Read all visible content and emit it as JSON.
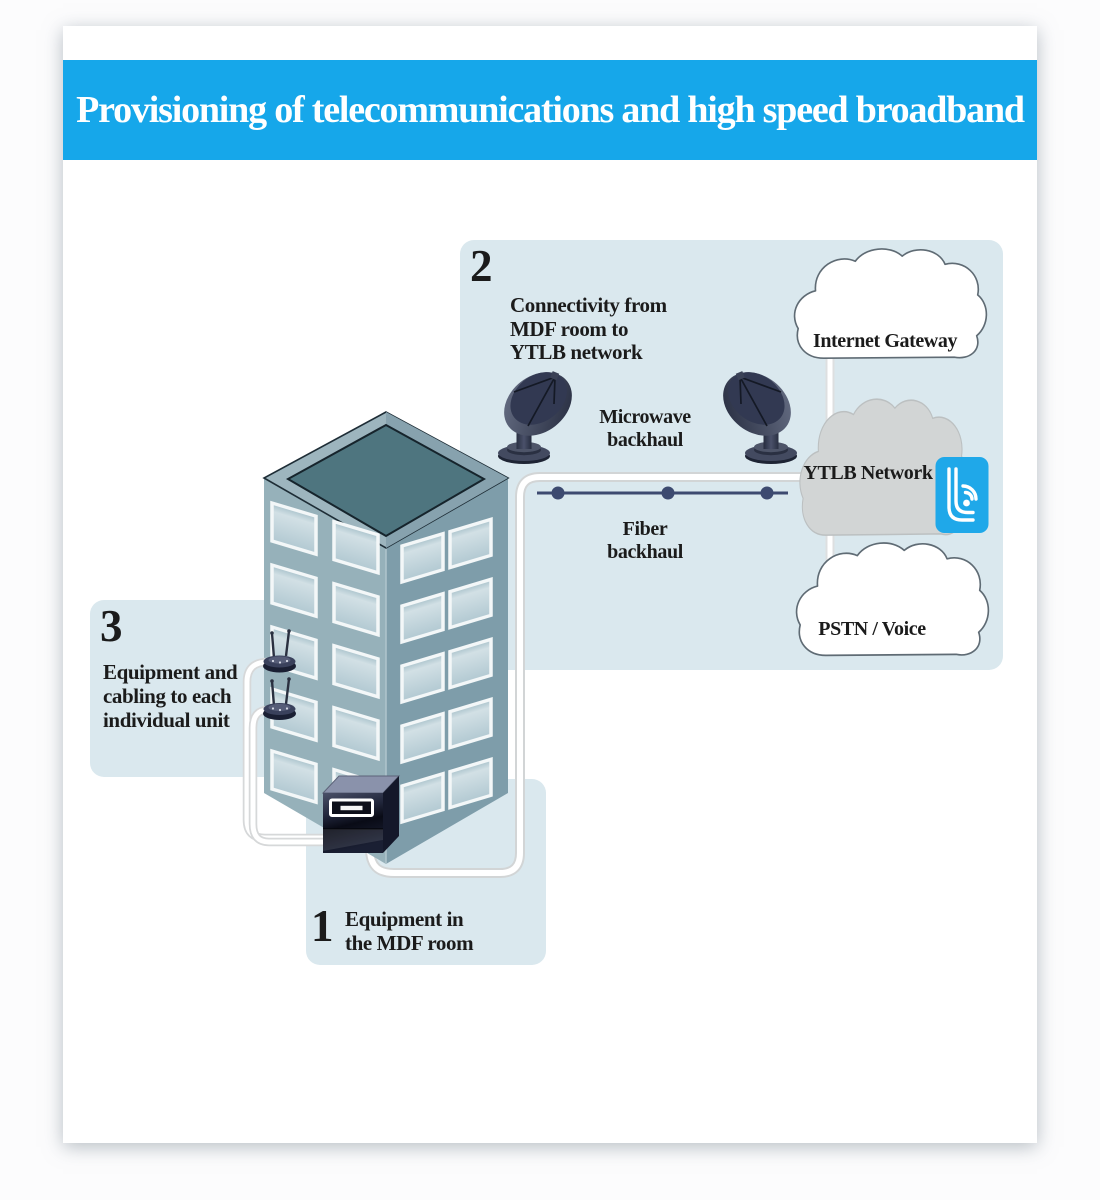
{
  "banner": {
    "title": "Provisioning of telecommunications and high speed broadband"
  },
  "steps": {
    "one": {
      "number": "1",
      "lines": [
        "Equipment in",
        "the MDF room"
      ]
    },
    "two": {
      "number": "2",
      "lines": [
        "Connectivity from",
        "MDF room to",
        "YTLB network"
      ]
    },
    "three": {
      "number": "3",
      "lines": [
        "Equipment and",
        "cabling to each",
        "individual unit"
      ]
    }
  },
  "links": {
    "microwave": {
      "lines": [
        "Microwave",
        "backhaul"
      ]
    },
    "fiber": {
      "lines": [
        "Fiber",
        "backhaul"
      ]
    }
  },
  "clouds": {
    "internet": {
      "label": "Internet Gateway"
    },
    "ytlb": {
      "label": "YTLB Network"
    },
    "pstn": {
      "label": "PSTN / Voice"
    }
  },
  "colors": {
    "banner_blue": "#16a7ea",
    "panel_blue": "#dae8ee",
    "fiber_navy": "#3d4a70",
    "badge_blue": "#1fa8e9",
    "building_left_face": "#96b1ba",
    "building_right_face": "#7e9daa",
    "roof_teal": "#4e757f",
    "cloud_gray": "#d2d5d5"
  }
}
